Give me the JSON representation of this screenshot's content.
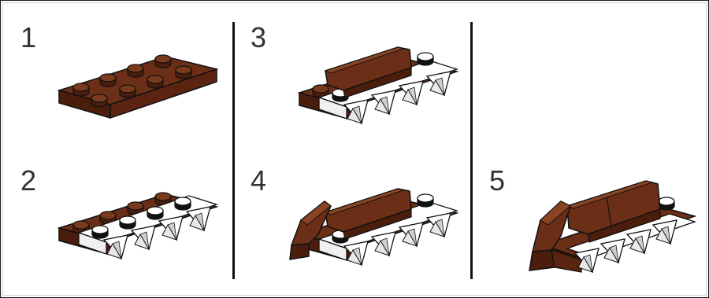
{
  "steps": [
    {
      "number": "1"
    },
    {
      "number": "2"
    },
    {
      "number": "3"
    },
    {
      "number": "4"
    },
    {
      "number": "5"
    }
  ],
  "colors": {
    "brick_brown": "#6b2e16",
    "brick_dark": "#4a1d0c",
    "brick_light": "#8a4424",
    "white_piece": "#ffffff",
    "outline": "#111111"
  }
}
